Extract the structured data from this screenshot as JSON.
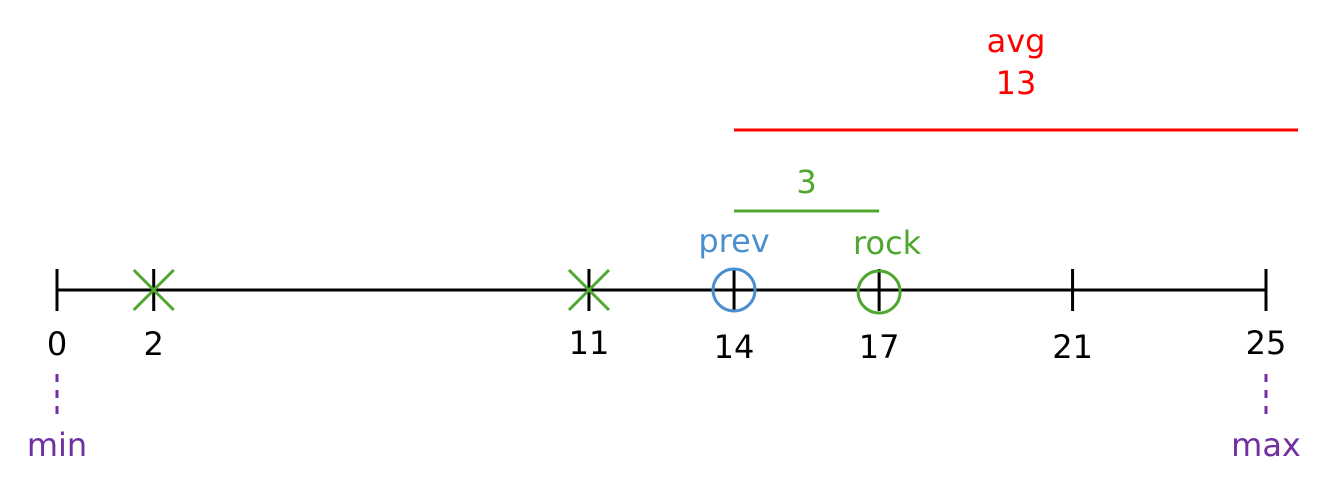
{
  "axis": {
    "min": 0,
    "max": 25,
    "ticks": [
      {
        "value": 0,
        "label": "0"
      },
      {
        "value": 2,
        "label": "2"
      },
      {
        "value": 11,
        "label": "11"
      },
      {
        "value": 14,
        "label": "14"
      },
      {
        "value": 17,
        "label": "17"
      },
      {
        "value": 21,
        "label": "21"
      },
      {
        "value": 25,
        "label": "25"
      }
    ],
    "min_label": "min",
    "max_label": "max"
  },
  "markers": {
    "crosses": [
      2,
      11
    ],
    "prev": {
      "value": 14,
      "label": "prev"
    },
    "rock": {
      "value": 17,
      "label": "rock"
    }
  },
  "spans": {
    "green": {
      "from": 14,
      "to": 17,
      "label": "3"
    },
    "red": {
      "from": 14,
      "label_line1": "avg",
      "label_line2": "13"
    }
  },
  "colors": {
    "axis": "#000000",
    "green": "#4ea72e",
    "red": "#ff0000",
    "blue": "#4a90d0",
    "purple": "#7030a0"
  }
}
